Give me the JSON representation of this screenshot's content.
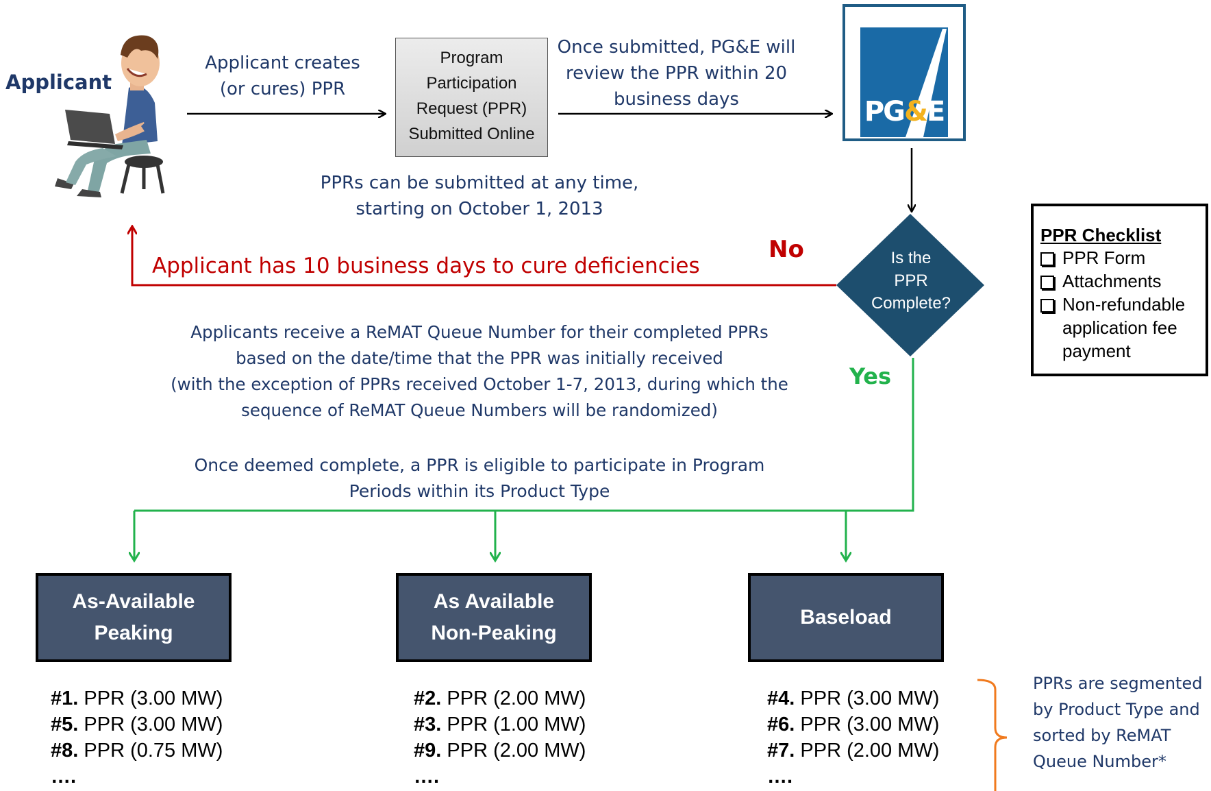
{
  "applicant": {
    "label": "Applicant"
  },
  "steps": {
    "create": "Applicant creates\n(or cures) PPR",
    "submitted_box": "Program\nParticipation\nRequest (PPR)\nSubmitted Online",
    "review": "Once submitted, PG&E will\nreview the PPR within 20\nbusiness days",
    "pge_logo_text": {
      "pg": "PG",
      "amp": "&",
      "e": "E"
    },
    "submit_time": "PPRs can be submitted at any time,\nstarting on October 1, 2013",
    "decision": "Is the\nPPR\nComplete?",
    "no_label": "No",
    "cure_note": "Applicant has 10 business days to cure deficiencies",
    "yes_label": "Yes",
    "queue_note": "Applicants receive a ReMAT Queue Number for their completed PPRs\nbased on the date/time that the PPR was initially received\n(with the exception of PPRs received October 1-7, 2013, during which the\nsequence of ReMAT Queue Numbers will be randomized)",
    "eligible_note": "Once deemed complete, a PPR is eligible to participate in Program\nPeriods within its Product Type"
  },
  "checklist": {
    "title": "PPR Checklist",
    "items": [
      "PPR Form",
      "Attachments",
      "Non-refundable\napplication fee\npayment"
    ]
  },
  "product_types": [
    {
      "name": "As-Available\nPeaking",
      "queue": [
        {
          "num": "#1.",
          "text": " PPR (3.00 MW)"
        },
        {
          "num": "#5.",
          "text": " PPR (3.00 MW)"
        },
        {
          "num": "#8.",
          "text": " PPR (0.75 MW)"
        }
      ],
      "more": "…."
    },
    {
      "name": "As Available\nNon-Peaking",
      "queue": [
        {
          "num": "#2.",
          "text": " PPR (2.00 MW)"
        },
        {
          "num": "#3.",
          "text": " PPR (1.00 MW)"
        },
        {
          "num": "#9.",
          "text": " PPR (2.00 MW)"
        }
      ],
      "more": "…."
    },
    {
      "name": "Baseload",
      "queue": [
        {
          "num": "#4.",
          "text": " PPR (3.00 MW)"
        },
        {
          "num": "#6.",
          "text": " PPR (3.00 MW)"
        },
        {
          "num": "#7.",
          "text": " PPR (2.00 MW)"
        }
      ],
      "more": "…."
    }
  ],
  "segment_note": "PPRs are segmented\nby Product Type and\nsorted by ReMAT\nQueue Number*",
  "colors": {
    "navy_text": "#1f3868",
    "red": "#c00000",
    "green": "#22b24c",
    "diamond": "#1d4e6e",
    "ptype_box": "#45556e",
    "brace": "#f07a1e"
  }
}
